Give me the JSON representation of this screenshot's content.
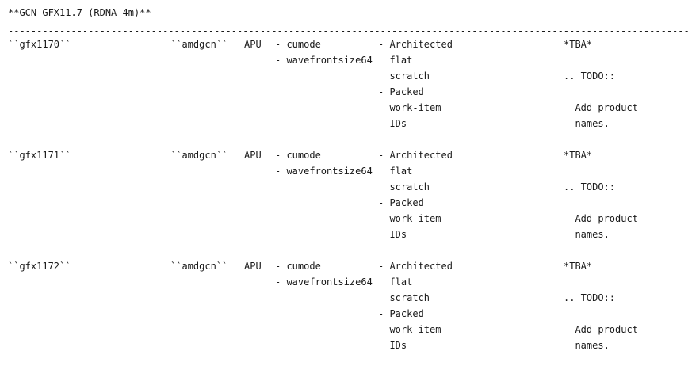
{
  "document": {
    "heading": "**GCN GFX11.7 (RDNA 4m)**",
    "separator": "-----------------------------------------------------------------------------------------------------------------------------"
  },
  "table": {
    "rows": [
      {
        "processor": "``gfx1170``",
        "target_triple": "``amdgcn``",
        "kind": "APU",
        "features": "- cumode\n- wavefrontsize64",
        "properties": "- Architected\n  flat\n  scratch\n- Packed\n  work-item\n  IDs",
        "products": "*TBA*\n\n.. TODO::\n\n  Add product\n  names."
      },
      {
        "processor": "``gfx1171``",
        "target_triple": "``amdgcn``",
        "kind": "APU",
        "features": "- cumode\n- wavefrontsize64",
        "properties": "- Architected\n  flat\n  scratch\n- Packed\n  work-item\n  IDs",
        "products": "*TBA*\n\n.. TODO::\n\n  Add product\n  names."
      },
      {
        "processor": "``gfx1172``",
        "target_triple": "``amdgcn``",
        "kind": "APU",
        "features": "- cumode\n- wavefrontsize64",
        "properties": "- Architected\n  flat\n  scratch\n- Packed\n  work-item\n  IDs",
        "products": "*TBA*\n\n.. TODO::\n\n  Add product\n  names."
      }
    ]
  }
}
